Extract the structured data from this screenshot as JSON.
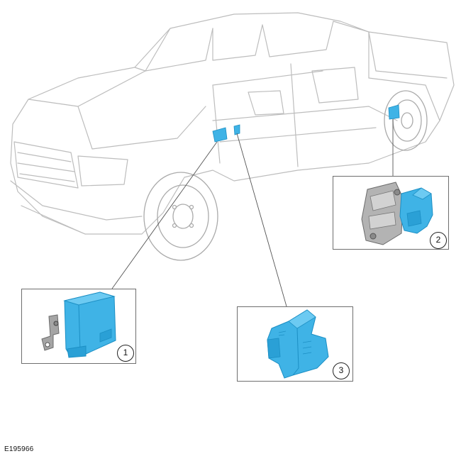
{
  "figure": {
    "id": "E195966"
  },
  "callouts": [
    {
      "number": "1",
      "component": "module-bracket"
    },
    {
      "number": "2",
      "component": "brake-caliper-actuator"
    },
    {
      "number": "3",
      "component": "sensor-connector"
    }
  ],
  "colors": {
    "component_blue": "#3fb3e6",
    "component_blue_dark": "#1c8fc4",
    "line": "#555555",
    "truck_stroke": "#b9b9b9",
    "caliper_grey": "#9a9a9a"
  }
}
